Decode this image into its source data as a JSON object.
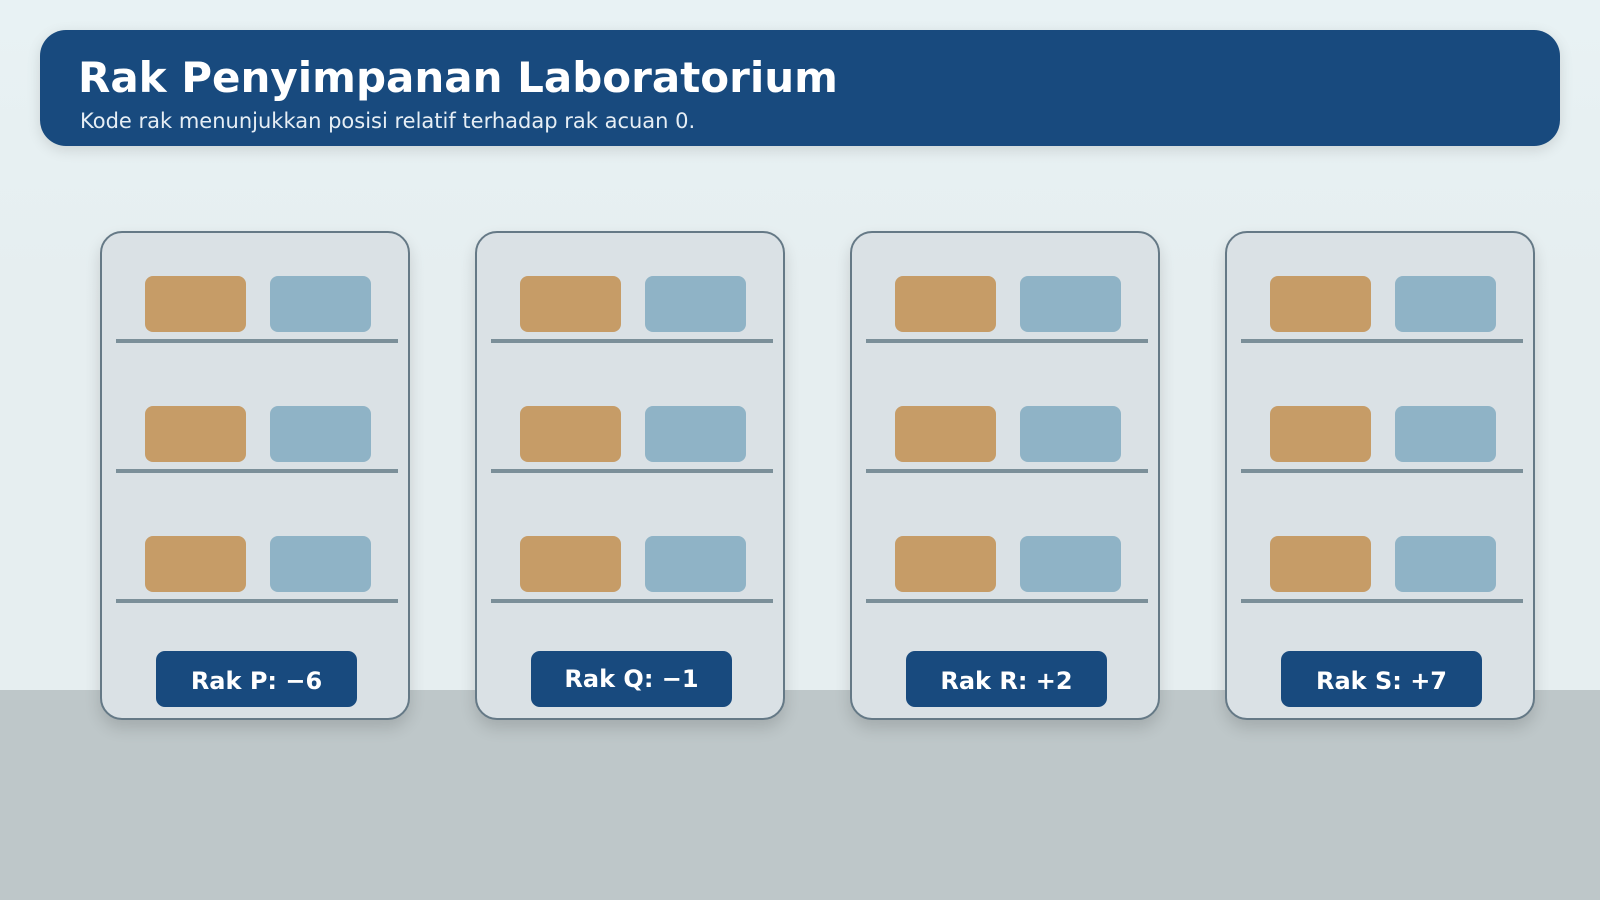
{
  "header": {
    "title": "Rak Penyimpanan Laboratorium",
    "subtitle": "Kode rak menunjukkan posisi relatif terhadap rak acuan 0."
  },
  "racks": [
    {
      "label": "Rak P: −6",
      "code": -6
    },
    {
      "label": "Rak Q: −1",
      "code": -1
    },
    {
      "label": "Rak R: +2",
      "code": 2
    },
    {
      "label": "Rak S: +7",
      "code": 7
    }
  ],
  "colors": {
    "header_bg": "#184a7e",
    "label_bg": "#184a7e",
    "rack_bg": "#dae1e5",
    "rack_border": "#657986",
    "box_amber": "#c69c67",
    "box_blue": "#8fb3c6",
    "floor": "#bec7c9"
  }
}
